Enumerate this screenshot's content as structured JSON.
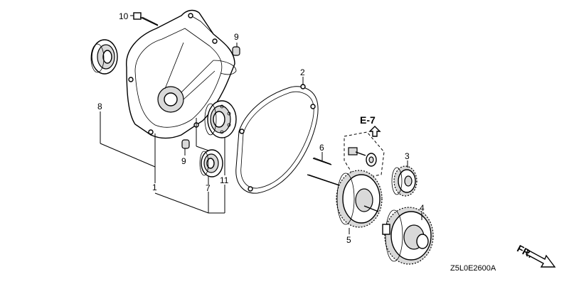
{
  "callouts": {
    "p1": "1",
    "p2": "2",
    "p3": "3",
    "p4": "4",
    "p5": "5",
    "p6": "6",
    "p7": "7",
    "p8": "8",
    "p9a": "9",
    "p9b": "9",
    "p10": "10",
    "p11": "11"
  },
  "reference": "E-7",
  "direction": "FR.",
  "diagram_code": "Z5L0E2600A"
}
